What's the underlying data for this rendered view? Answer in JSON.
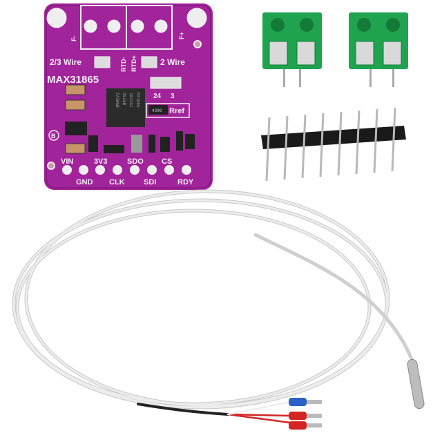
{
  "board": {
    "name": "MAX31865",
    "labels": {
      "f_minus": "F-",
      "f_plus": "F+",
      "wire23": "2/3 Wire",
      "wire2": "2 Wire",
      "rtd_minus": "RTD-",
      "rtd_plus": "RTD+",
      "jumper_24": "24",
      "jumper_3": "3",
      "rref": "Rref",
      "b": "B"
    },
    "chip_lines": [
      "M31865",
      "1822A1",
      "952AB",
      "TAIWAN"
    ],
    "resistor_code": "4300",
    "pins_top": [
      "VIN",
      "3V3",
      "SDO",
      "CS"
    ],
    "pins_bottom": [
      "GND",
      "CLK",
      "SDI",
      "RDY"
    ],
    "colors": {
      "pcb": "#a2249a",
      "terminal": "#1fa34f",
      "cable": "#e8e8e8",
      "red_wire": "#d42525",
      "blue_wire": "#2a62c9"
    }
  }
}
